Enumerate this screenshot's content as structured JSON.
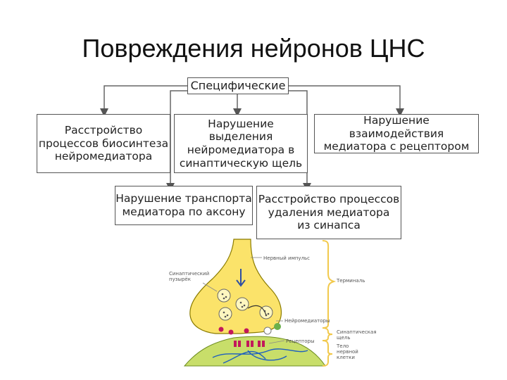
{
  "slide": {
    "title": "Повреждения нейронов ЦНС"
  },
  "tree": {
    "root": "Специфические",
    "items": [
      "Расстройство\nпроцессов биосинтеза\nнейромедиатора",
      "Нарушение выделения\nнейромедиатора в\nсинаптическую щель",
      "Нарушение взаимодействия\nмедиатора с рецептором",
      "Нарушение транспорта\nмедиатора по аксону",
      "Расстройство процессов\nудаления медиатора\nиз синапса"
    ]
  },
  "synapse": {
    "labels": {
      "impulse": "Нервный импульс",
      "vesicle": "Синаптический\nпузырёк",
      "neurotransmitters": "Нейромедиаторы",
      "receptors": "Рецепторы",
      "terminal": "Терминаль",
      "cleft": "Синаптическая\nщель",
      "body": "Тело\nнервной\nклетки"
    },
    "colors": {
      "terminal_fill": "#fbe36a",
      "membrane_fill": "#c8de6a",
      "receptor": "#c2185b",
      "nerve_fibers": "#1e5fbf",
      "brace": "#f2c94c"
    }
  }
}
